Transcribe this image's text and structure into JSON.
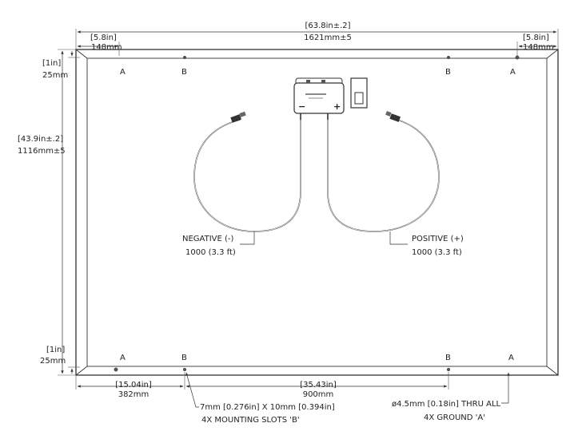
{
  "dimensions": {
    "width_in": "[63.8in±.2]",
    "width_mm": "1621mm±5",
    "height_in": "[43.9in±.2]",
    "height_mm": "1116mm±5",
    "top_left_offset_in": "[5.8in]",
    "top_left_offset_mm": "148mm",
    "top_right_offset_in": "[5.8in]",
    "top_right_offset_mm": "148mm",
    "top_edge_in": "[1in]",
    "top_edge_mm": "25mm",
    "bottom_edge_in": "[1in]",
    "bottom_edge_mm": "25mm",
    "left_slot_offset_in": "[15.04in]",
    "left_slot_offset_mm": "382mm",
    "slot_spacing_in": "[35.43in]",
    "slot_spacing_mm": "900mm"
  },
  "hole_labels": {
    "ground": "A",
    "mounting": "B"
  },
  "cables": {
    "negative_label": "NEGATIVE (-)",
    "negative_length": "1000 (3.3 ft)",
    "positive_label": "POSITIVE (+)",
    "positive_length": "1000 (3.3 ft)"
  },
  "junction_box": {
    "minus": "−",
    "plus": "+"
  },
  "notes": {
    "slot_size": "7mm [0.276in] X 10mm [0.394in]",
    "slot_count": "4X MOUNTING SLOTS 'B'",
    "ground_size": "ø4.5mm [0.18in] THRU ALL",
    "ground_count": "4X GROUND 'A'"
  }
}
